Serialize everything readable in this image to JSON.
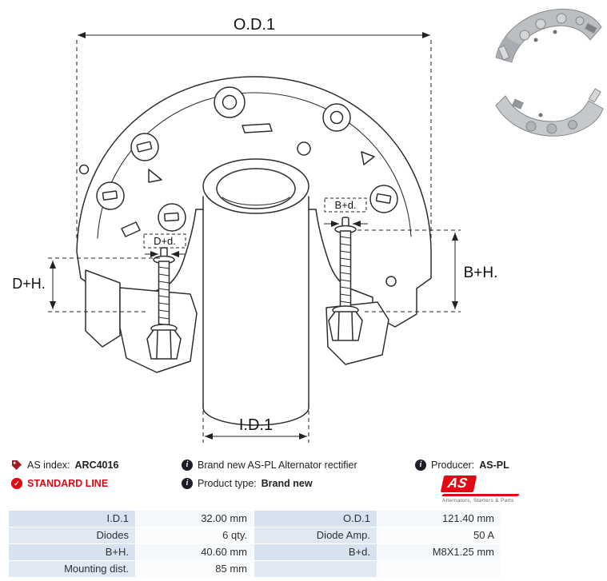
{
  "diagram": {
    "labels": {
      "od1": "O.D.1",
      "id1": "I.D.1",
      "dplus_h": "D+H.",
      "bplus_h": "B+H.",
      "dplus_d": "D+d.",
      "bplus_d": "B+d."
    }
  },
  "icons": {
    "info": "i",
    "check": "✓"
  },
  "info": {
    "as_index": {
      "label": "AS index:",
      "value": "ARC4016"
    },
    "standard_line": "STANDARD LINE",
    "description": "Brand new AS-PL Alternator rectifier",
    "product_type": {
      "label": "Product type:",
      "value": "Brand new"
    },
    "producer": {
      "label": "Producer:",
      "value": "AS-PL"
    },
    "logo": {
      "text": "AS",
      "subtext": "Alternators, Starters & Parts"
    }
  },
  "colors": {
    "accent_red": "#e30613",
    "drawing_line": "#2e2e2e",
    "table_label_bg": "#d6e2ef",
    "table_value_bg": "#f5f8fc"
  },
  "table": {
    "rows": [
      {
        "l1": "I.D.1",
        "v1": "32.00 mm",
        "l2": "O.D.1",
        "v2": "121.40 mm"
      },
      {
        "l1": "Diodes",
        "v1": "6 qty.",
        "l2": "Diode Amp.",
        "v2": "50 A"
      },
      {
        "l1": "B+H.",
        "v1": "40.60 mm",
        "l2": "B+d.",
        "v2": "M8X1.25 mm"
      },
      {
        "l1": "Mounting dist.",
        "v1": "85 mm",
        "l2": "",
        "v2": ""
      }
    ]
  }
}
